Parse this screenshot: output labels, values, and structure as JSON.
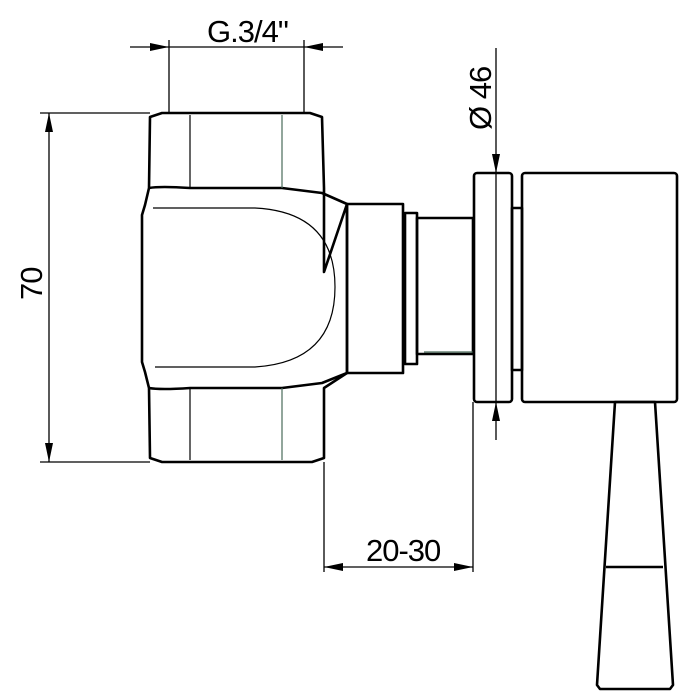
{
  "drawing": {
    "dimensions": {
      "thread": "G.3/4\"",
      "diameter": "Ø 46",
      "height": "70",
      "depth": "20-30"
    },
    "line_color": "#000000",
    "background": "#ffffff"
  }
}
